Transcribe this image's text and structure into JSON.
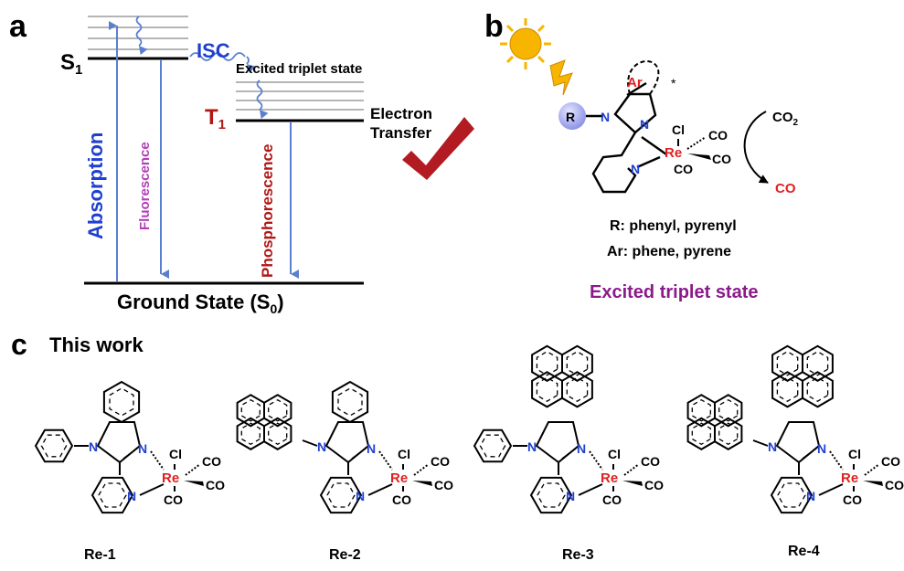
{
  "panels": {
    "a": {
      "letter": "a",
      "s1": "S",
      "s1_sub": "1",
      "t1": "T",
      "t1_sub": "1",
      "isc": "ISC",
      "excited_triplet": "Excited triplet state",
      "absorption": "Absorption",
      "fluorescence": "Fluorescence",
      "phosphorescence": "Phosphorescence",
      "ground_state_prefix": "Ground State (S",
      "ground_state_sub": "0",
      "ground_state_suffix": ")",
      "electron": "Electron",
      "transfer": "Transfer"
    },
    "b": {
      "letter": "b",
      "r_label": "R",
      "ar_label": "Ar",
      "star": "*",
      "n1": "N",
      "n2": "N",
      "n3": "N",
      "re": "Re",
      "cl": "Cl",
      "co1": "CO",
      "co2": "CO",
      "co3": "CO",
      "co2_reactant": "CO",
      "co2_sub": "2",
      "co_product": "CO",
      "r_def": "R: phenyl, pyrenyl",
      "ar_def": "Ar: phene, pyrene",
      "caption": "Excited triplet state"
    },
    "c": {
      "letter": "c",
      "title": "This work",
      "compounds": [
        {
          "label": "Re-1",
          "n1": "N",
          "n2": "N",
          "n3": "N",
          "re": "Re",
          "cl": "Cl",
          "co_a": "CO",
          "co_b": "CO",
          "co_c": "CO"
        },
        {
          "label": "Re-2",
          "n1": "N",
          "n2": "N",
          "n3": "N",
          "re": "Re",
          "cl": "Cl",
          "co_a": "CO",
          "co_b": "CO",
          "co_c": "CO"
        },
        {
          "label": "Re-3",
          "n1": "N",
          "n2": "N",
          "n3": "N",
          "re": "Re",
          "cl": "Cl",
          "co_a": "CO",
          "co_b": "CO",
          "co_c": "CO"
        },
        {
          "label": "Re-4",
          "n1": "N",
          "n2": "N",
          "n3": "N",
          "re": "Re",
          "cl": "Cl",
          "co_a": "CO",
          "co_b": "CO",
          "co_c": "CO"
        }
      ]
    }
  },
  "colors": {
    "blue": "#1f3fd0",
    "arrow_blue": "#5b7fd0",
    "magenta": "#b23fb8",
    "dark_red": "#b01818",
    "purple": "#8b1a8b",
    "re_red": "#e02020",
    "check_red": "#b31b22",
    "sun": "#f7b500"
  }
}
